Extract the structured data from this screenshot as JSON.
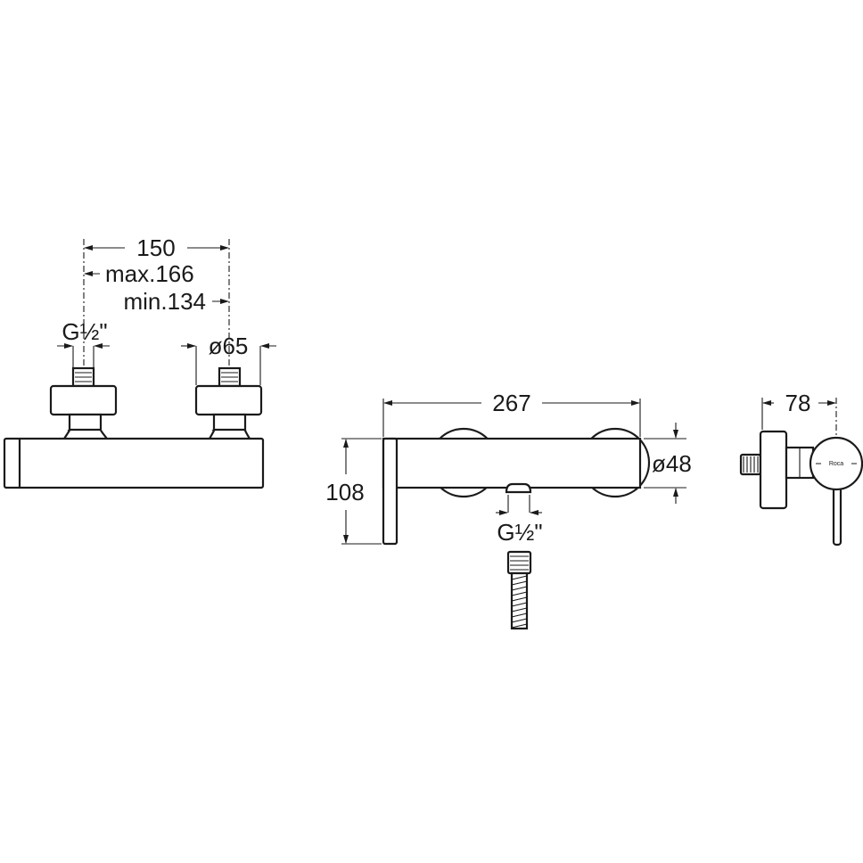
{
  "front_view": {
    "center_distance": "150",
    "max_distance": "max.166",
    "min_distance": "min.134",
    "inlet_thread": "G½\"",
    "escutcheon_diameter": "ø65"
  },
  "top_view": {
    "length": "267",
    "height": "108",
    "body_diameter": "ø48",
    "outlet_thread": "G½\""
  },
  "side_view": {
    "depth": "78",
    "logo": "Roca"
  }
}
